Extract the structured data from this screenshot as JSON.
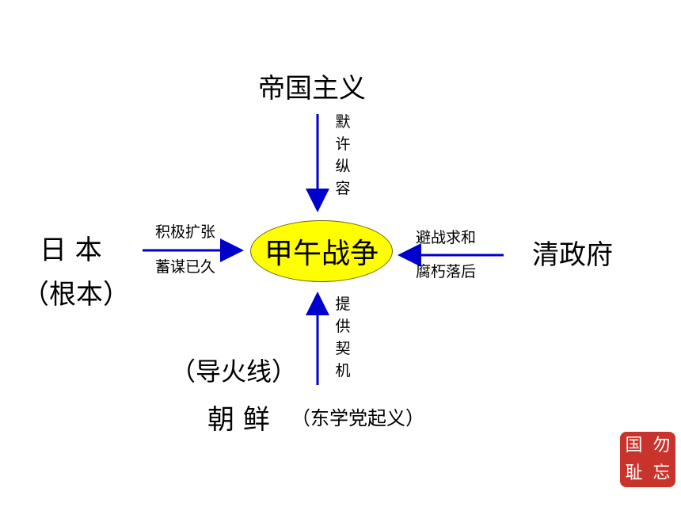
{
  "center": "甲午战争",
  "top": {
    "label": "帝国主义",
    "arrow_text": "默许纵容"
  },
  "left": {
    "label": "日 本",
    "sub": "（根本）",
    "arrow_top": "积极扩张",
    "arrow_bottom": "蓄谋已久"
  },
  "right": {
    "label": "清政府",
    "arrow_top": "避战求和",
    "arrow_bottom": "腐朽落后"
  },
  "bottom": {
    "label": "朝 鲜",
    "note": "（东学党起义）",
    "fuse": "（导火线）",
    "arrow_text": "提供契机"
  },
  "seal": {
    "chars": [
      "勿",
      "忘",
      "国",
      "耻"
    ]
  },
  "colors": {
    "arrow": "#0000cc",
    "ellipse": "#ffff00",
    "seal": "#c8332c"
  }
}
